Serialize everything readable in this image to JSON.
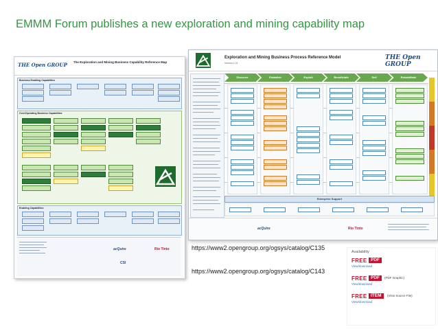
{
  "slide": {
    "title": "EMMM Forum publishes a new exploration and mining capability map"
  },
  "left_poster": {
    "logo": "THE Open GROUP",
    "title": "The Exploration and Mining Business Capability Reference Map",
    "section_1": "Business Enabling Capabilities",
    "section_2": "Core/Operating Business Capabilities",
    "section_3": "Enabling Capabilities",
    "sponsors": [
      "acQuire",
      "Rio Tinto",
      "CSI"
    ]
  },
  "right_poster": {
    "logo": "THE Open GROUP",
    "title": "Exploration and Mining Business Process Reference Model",
    "version": "Version 1.01",
    "phases": [
      "Discover",
      "Establish",
      "Exploit",
      "Beneficiate",
      "Sell",
      "Rehabilitate"
    ],
    "support_label": "Enterprise Support",
    "sponsors": [
      "acQuire",
      "Rio Tinto"
    ]
  },
  "links": {
    "link_1": "https://www2.opengroup.org/ogsys/catalog/C135",
    "link_2": "https://www2.opengroup.org/ogsys/catalog/C143"
  },
  "availability": {
    "title": "Availability",
    "rows": [
      {
        "free": "FREE",
        "badge": "PDF",
        "note": "",
        "view": "View/download"
      },
      {
        "free": "FREE",
        "badge": "PDF",
        "note": "(PDF Graphic)",
        "view": "View/download"
      },
      {
        "free": "FREE",
        "badge": "ITEM",
        "note": "(Visio Source File)",
        "view": "View/download"
      }
    ]
  },
  "colors": {
    "title_green": "#2e9a3e",
    "brand_blue": "#1b4c86",
    "badge_red": "#c41230",
    "chevron_green": "#6aa84f"
  }
}
